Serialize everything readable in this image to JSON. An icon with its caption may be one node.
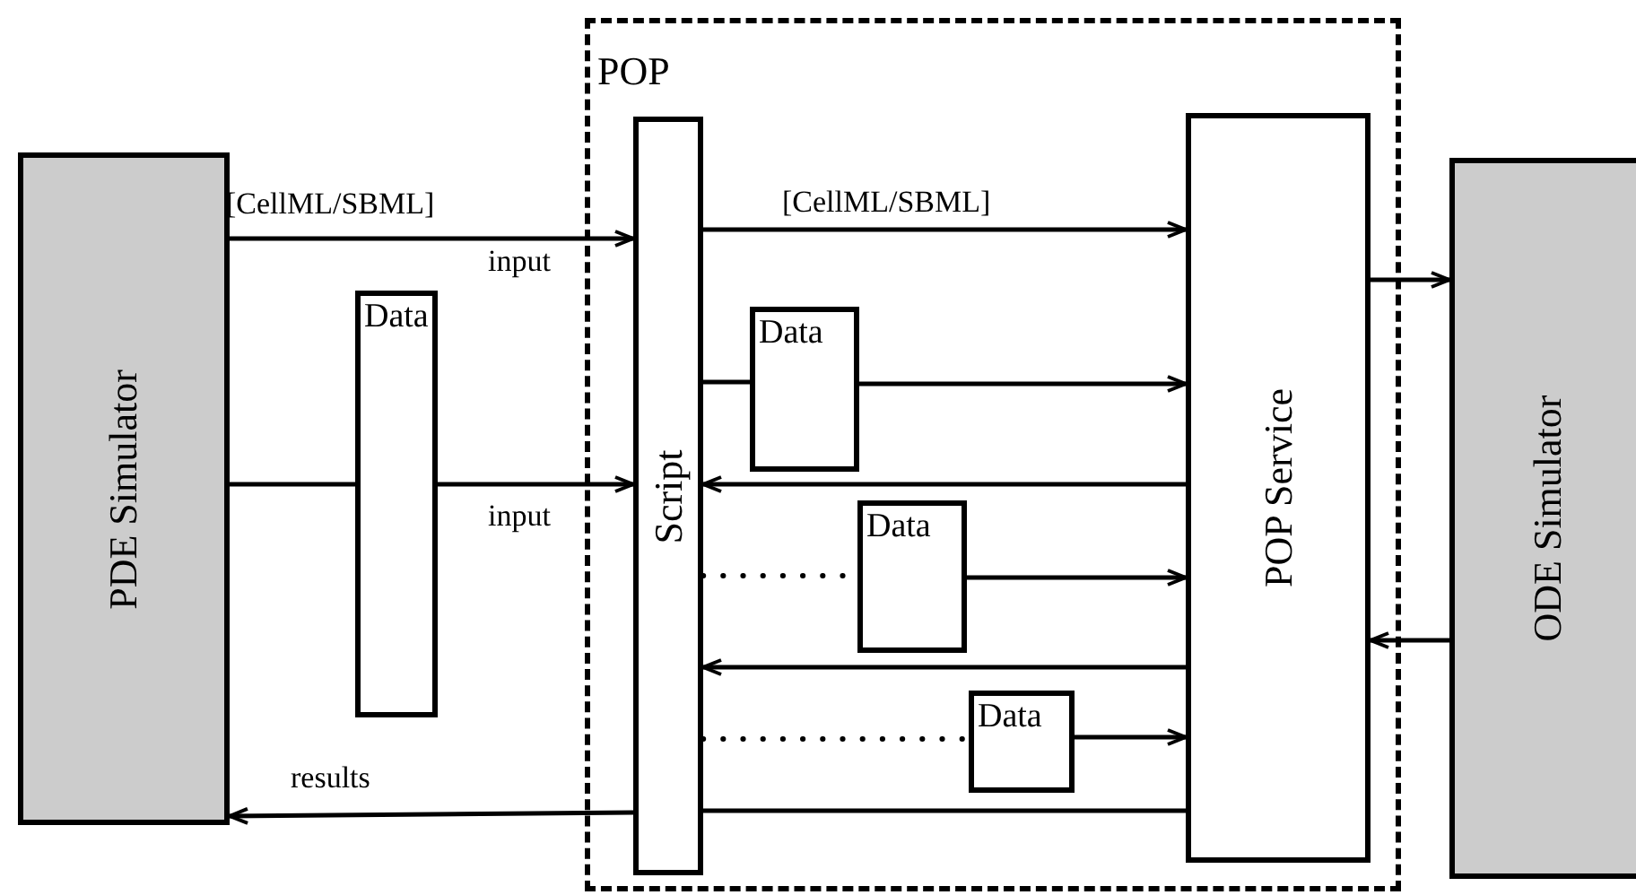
{
  "diagram": {
    "nodes": [
      {
        "text": [
          "PDE Simulator"
        ]
      },
      {
        "text": [
          "POP"
        ]
      },
      {
        "text": [
          "Script"
        ],
        "in": 1
      },
      {
        "text": [
          "POP Service"
        ],
        "in": 1
      },
      {
        "text": [
          "ODE Simulator"
        ]
      },
      {
        "text": [
          "Data"
        ]
      },
      {
        "text": [
          "Data"
        ],
        "in": 1
      },
      {
        "text": [
          "Data"
        ],
        "in": 1
      },
      {
        "text": [
          "Data"
        ],
        "in": 1
      }
    ],
    "edges": [
      {
        "from": 0,
        "to": 2,
        "arrow": "to",
        "label": "[CellML/SBML]"
      },
      {
        "from": 0,
        "to": 5,
        "arrow": "none"
      },
      {
        "from": 5,
        "to": 2,
        "arrow": "to",
        "label": "input"
      },
      {
        "from": 2,
        "to": 3,
        "arrow": "to",
        "label": "[CellML/SBML]"
      },
      {
        "from": 2,
        "to": 6,
        "arrow": "none"
      },
      {
        "from": 6,
        "to": 3,
        "arrow": "to"
      },
      {
        "from": 3,
        "to": 2,
        "arrow": "to"
      },
      {
        "from": 2,
        "to": 7,
        "arrow": "none",
        "style": "dashed"
      },
      {
        "from": 7,
        "to": 3,
        "arrow": "to"
      },
      {
        "from": 3,
        "to": 2,
        "arrow": "to"
      },
      {
        "from": 2,
        "to": 8,
        "arrow": "none",
        "style": "dashed"
      },
      {
        "from": 8,
        "to": 3,
        "arrow": "to"
      },
      {
        "from": 3,
        "to": 4,
        "arrow": "to"
      },
      {
        "from": 4,
        "to": 3,
        "arrow": "to"
      },
      {
        "from": 3,
        "to": 2,
        "arrow": "none"
      },
      {
        "from": 2,
        "to": 0,
        "arrow": "to",
        "label": "results"
      }
    ],
    "labels": [
      "input"
    ]
  }
}
